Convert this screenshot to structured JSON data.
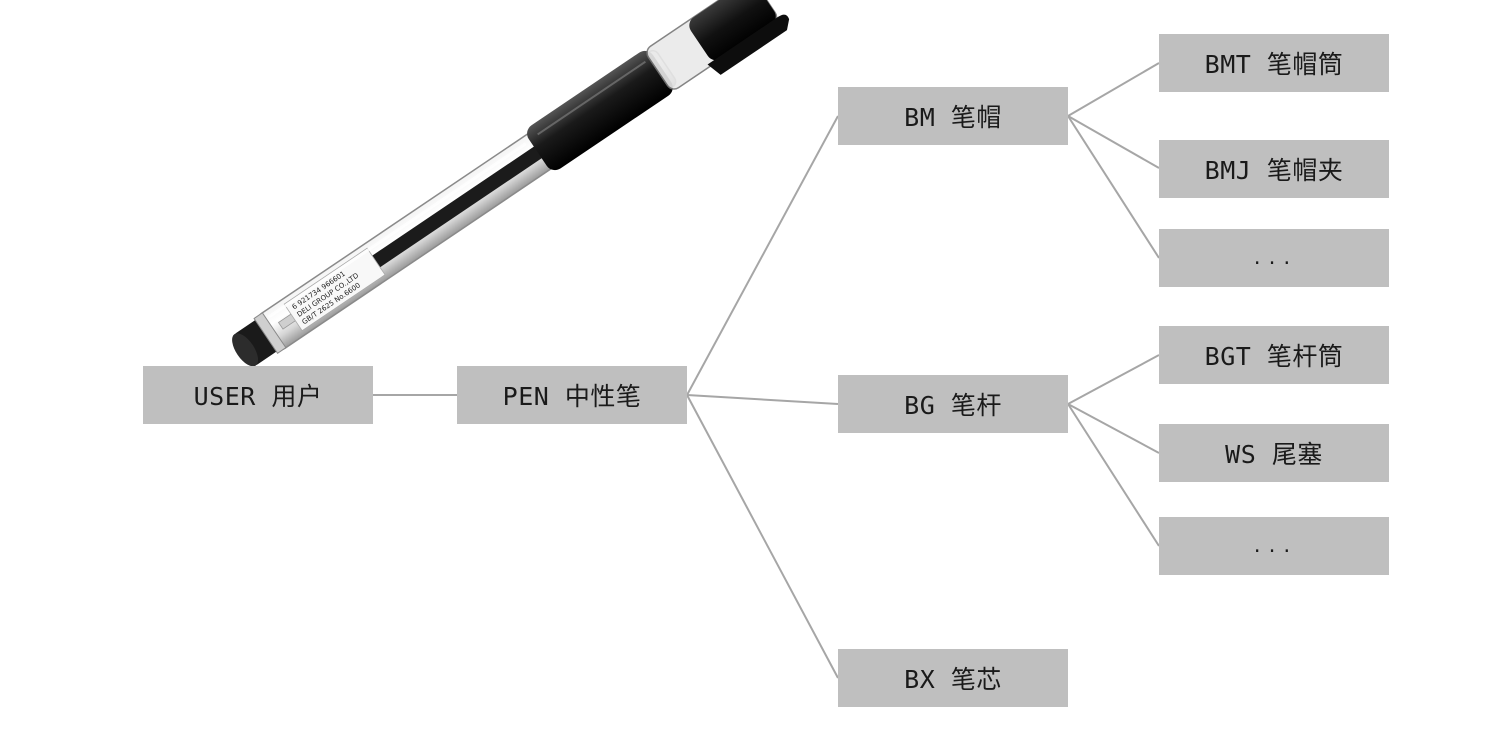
{
  "colors": {
    "node_fill": "#bfbfbf",
    "edge_stroke": "#a6a6a6",
    "text": "#1a1a1a",
    "background": "#ffffff"
  },
  "photo": {
    "subject": "gel pen (black & white photo)",
    "label_lines": [
      "6 921734 966601",
      "DELI GROUP CO.,LTD",
      "GB/T 2625 No.6600"
    ]
  },
  "nodes": {
    "user": {
      "label": "USER 用户"
    },
    "pen": {
      "label": "PEN 中性笔"
    },
    "bm": {
      "label": "BM 笔帽"
    },
    "bg": {
      "label": "BG 笔杆"
    },
    "bx": {
      "label": "BX 笔芯"
    },
    "bmt": {
      "label": "BMT 笔帽筒"
    },
    "bmj": {
      "label": "BMJ 笔帽夹"
    },
    "bm_more": {
      "label": "..."
    },
    "bgt": {
      "label": "BGT 笔杆筒"
    },
    "ws": {
      "label": "WS 尾塞"
    },
    "bg_more": {
      "label": "..."
    }
  }
}
